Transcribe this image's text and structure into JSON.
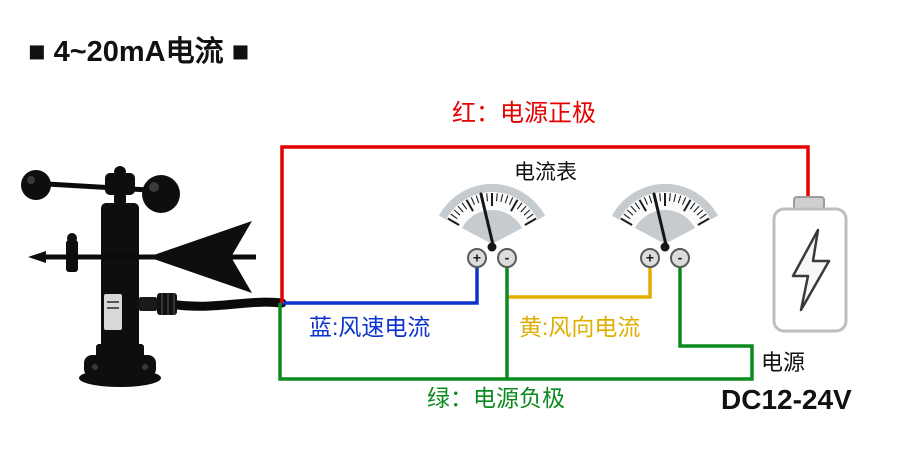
{
  "title": "■ 4~20mA电流 ■",
  "labels": {
    "red_wire": "红：电源正极",
    "ammeter": "电流表",
    "blue_wire": "蓝:风速电流",
    "yellow_wire": "黄:风向电流",
    "green_wire": "绿：电源负极",
    "power": "电源",
    "power_range": "DC12-24V"
  },
  "terminals": {
    "plus": "+",
    "minus": "-"
  },
  "colors": {
    "red": "#e60000",
    "blue": "#0d33cc",
    "yellow": "#e2af00",
    "green": "#0b8a1e",
    "cable_black": "#0a0a0a"
  }
}
